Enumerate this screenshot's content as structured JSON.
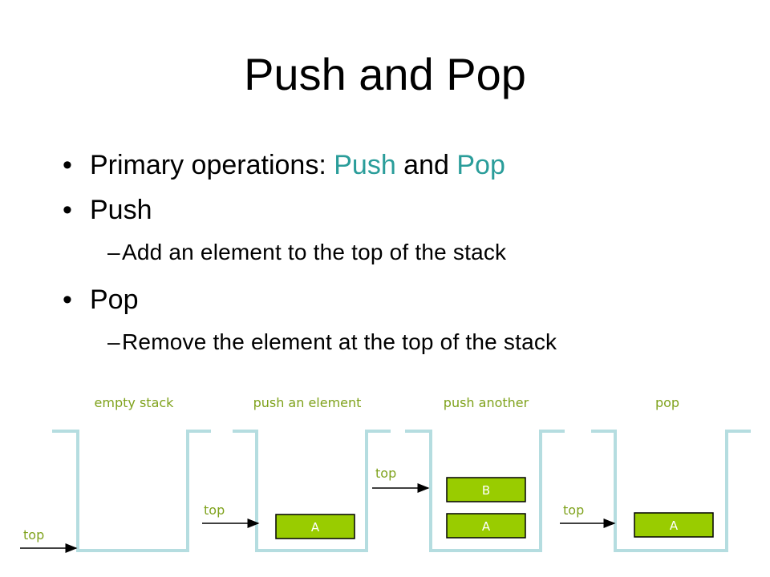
{
  "slide": {
    "title": "Push and Pop",
    "bullets": {
      "b1_prefix": "Primary operations: ",
      "b1_push": "Push",
      "b1_and": " and ",
      "b1_pop": "Pop",
      "b2": "Push",
      "b2_sub": "Add an element to the top of the stack",
      "b3": "Pop",
      "b3_sub": "Remove the element at the top of the stack"
    },
    "bullet_glyph": "•",
    "dash_glyph": "–",
    "accent_color": "#2a9d9a"
  },
  "diagram": {
    "captions": [
      "empty stack",
      "push an element",
      "push another",
      "pop"
    ],
    "top_label": "top",
    "stacks": [
      {
        "caption": "empty stack",
        "elements": []
      },
      {
        "caption": "push an element",
        "elements": [
          "A"
        ]
      },
      {
        "caption": "push another",
        "elements": [
          "A",
          "B"
        ]
      },
      {
        "caption": "pop",
        "elements": [
          "A"
        ]
      }
    ],
    "colors": {
      "element_fill": "#99cc00",
      "label_color": "#7fa21c",
      "stack_wall": "#b5dde0"
    }
  }
}
